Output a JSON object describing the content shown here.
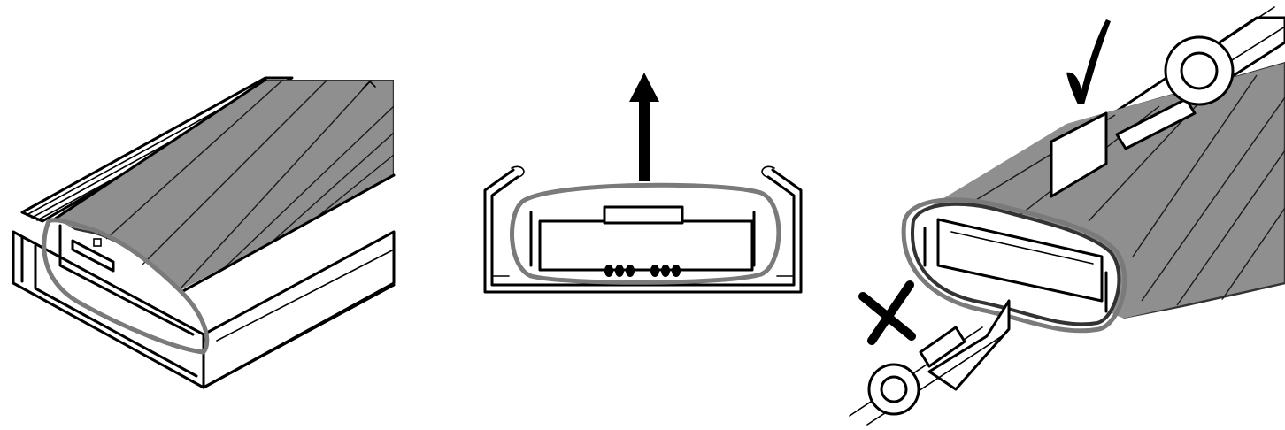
{
  "diagram": {
    "figure_label": "",
    "panels": [
      {
        "id": "cable-trunking-with-shrink-tube",
        "caption": ""
      },
      {
        "id": "pull-out-cross-section",
        "caption": ""
      },
      {
        "id": "tube-correct-vs-incorrect",
        "caption": ""
      }
    ],
    "colors": {
      "tube_fill": "#8f8f8f",
      "tube_outline": "#7a7a7a",
      "line": "#000000",
      "background": "#ffffff"
    },
    "symbols": {
      "correct": "check-mark",
      "incorrect": "cross-mark",
      "direction": "arrow-up"
    }
  }
}
